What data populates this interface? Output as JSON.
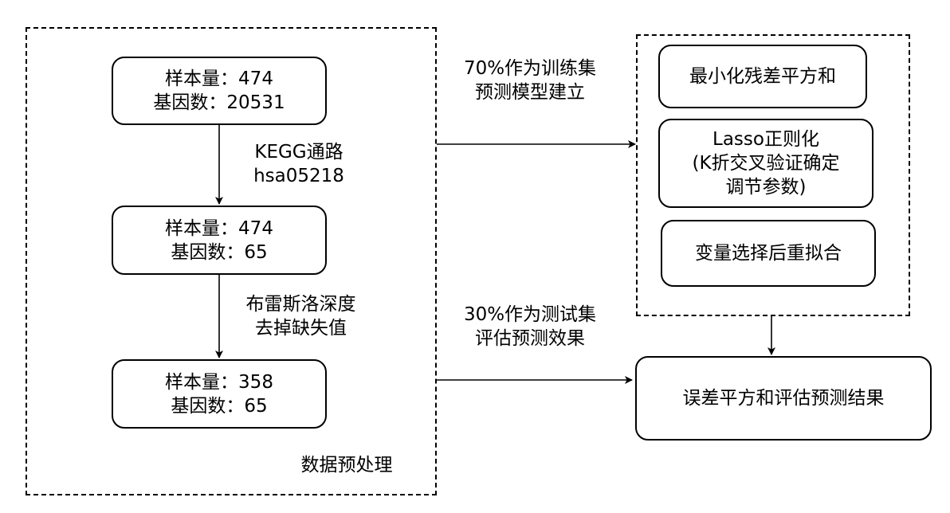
{
  "preprocess": {
    "group_label": "数据预处理",
    "step1": {
      "line1": "样本量：474",
      "line2": "基因数：20531"
    },
    "edge1": {
      "line1": "KEGG通路",
      "line2": "hsa05218"
    },
    "step2": {
      "line1": "样本量：474",
      "line2": "基因数：65"
    },
    "edge2": {
      "line1": "布雷斯洛深度",
      "line2": "去掉缺失值"
    },
    "step3": {
      "line1": "样本量：358",
      "line2": "基因数：65"
    }
  },
  "train_split": {
    "line1": "70%作为训练集",
    "line2": "预测模型建立"
  },
  "test_split": {
    "line1": "30%作为测试集",
    "line2": "评估预测效果"
  },
  "model": {
    "item1": "最小化残差平方和",
    "item2": {
      "line1": "Lasso正则化",
      "line2": "(K折交叉验证确定",
      "line3": "调节参数)"
    },
    "item3": "变量选择后重拟合"
  },
  "result": "误差平方和评估预测结果"
}
